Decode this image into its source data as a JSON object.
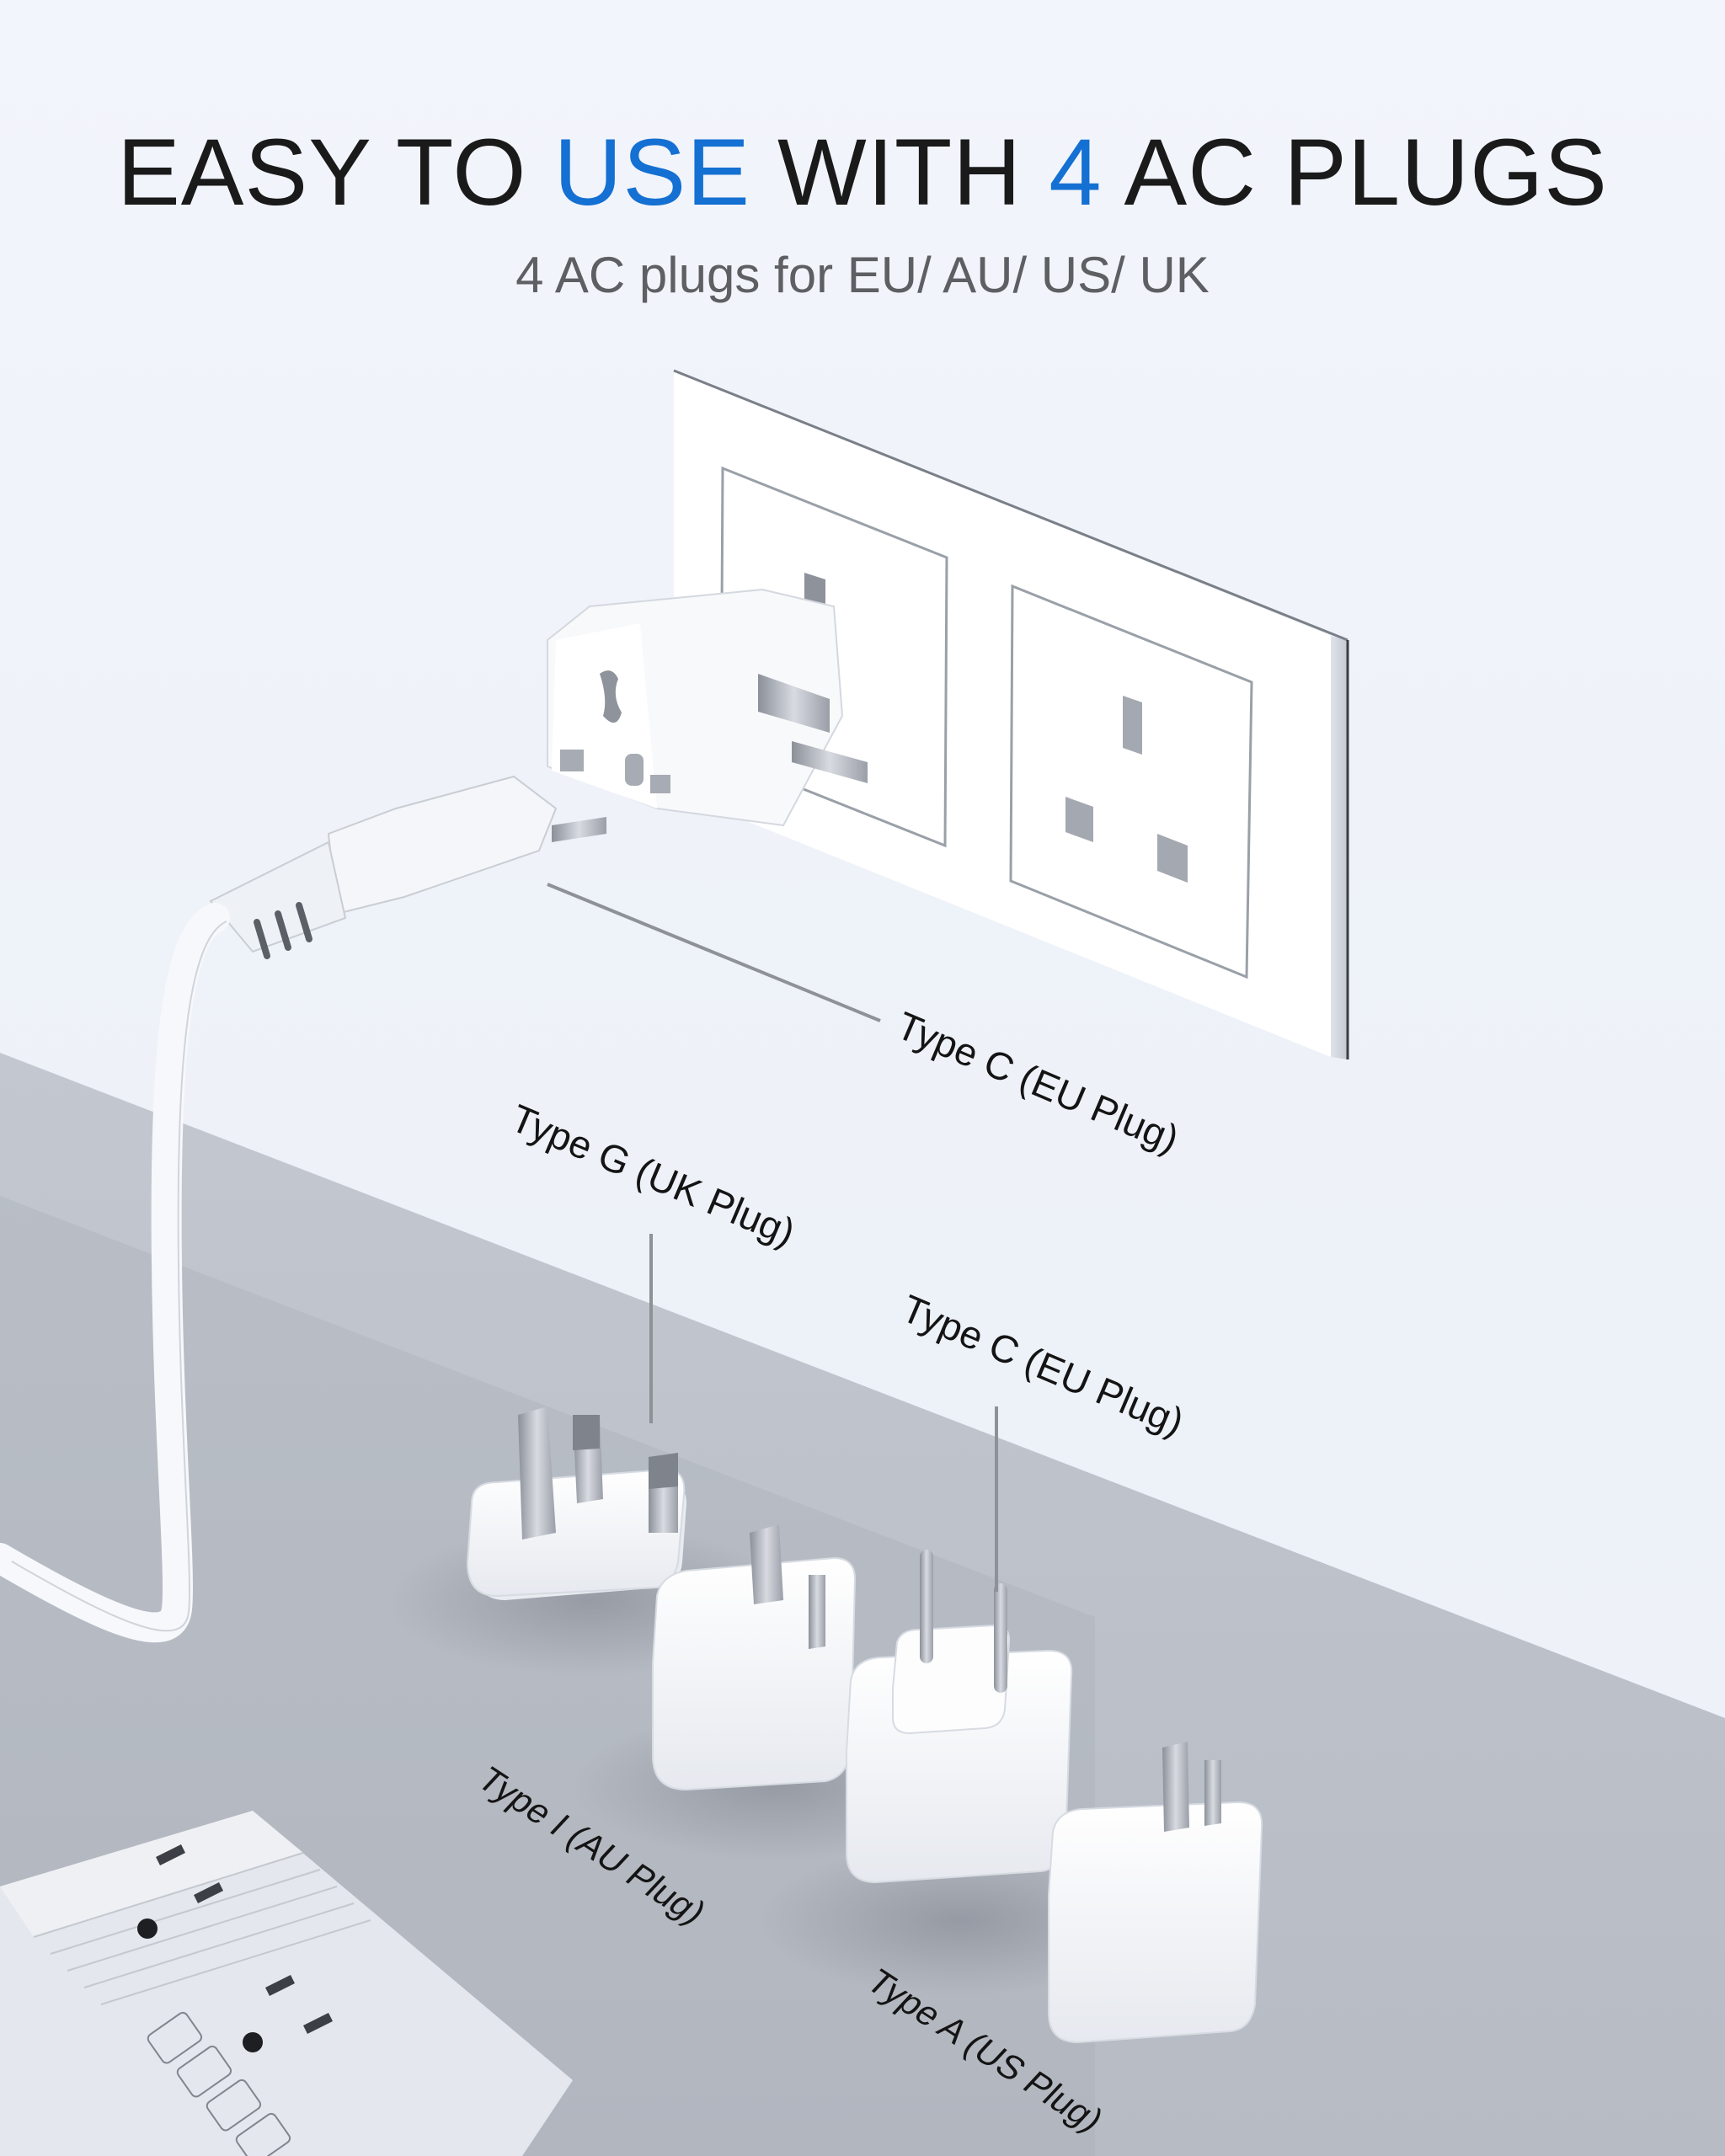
{
  "headline": {
    "part1": "EASY TO ",
    "accent1": "USE",
    "part2": " WITH ",
    "accent2": "4",
    "part3": " AC PLUGS",
    "accent_color": "#1470d2",
    "text_color": "#1a1a1a"
  },
  "subheadline": "4 AC plugs for EU/ AU/ US/ UK",
  "labels": {
    "wall_plug": "Type C (EU Plug)",
    "uk_plug": "Type G (UK Plug)",
    "eu_plug": "Type C (EU Plug)",
    "au_plug": "Type I (AU Plug)",
    "us_plug": "Type A (US Plug)"
  },
  "scene": {
    "wall_color": "#eff3f9",
    "floor_color": "#bcc0c8",
    "outlet": "UK double wall socket",
    "adapters": [
      "Type G (UK)",
      "Type I (AU)",
      "Type C (EU)",
      "Type A (US)"
    ],
    "power_strip": "US outlet power strip"
  }
}
